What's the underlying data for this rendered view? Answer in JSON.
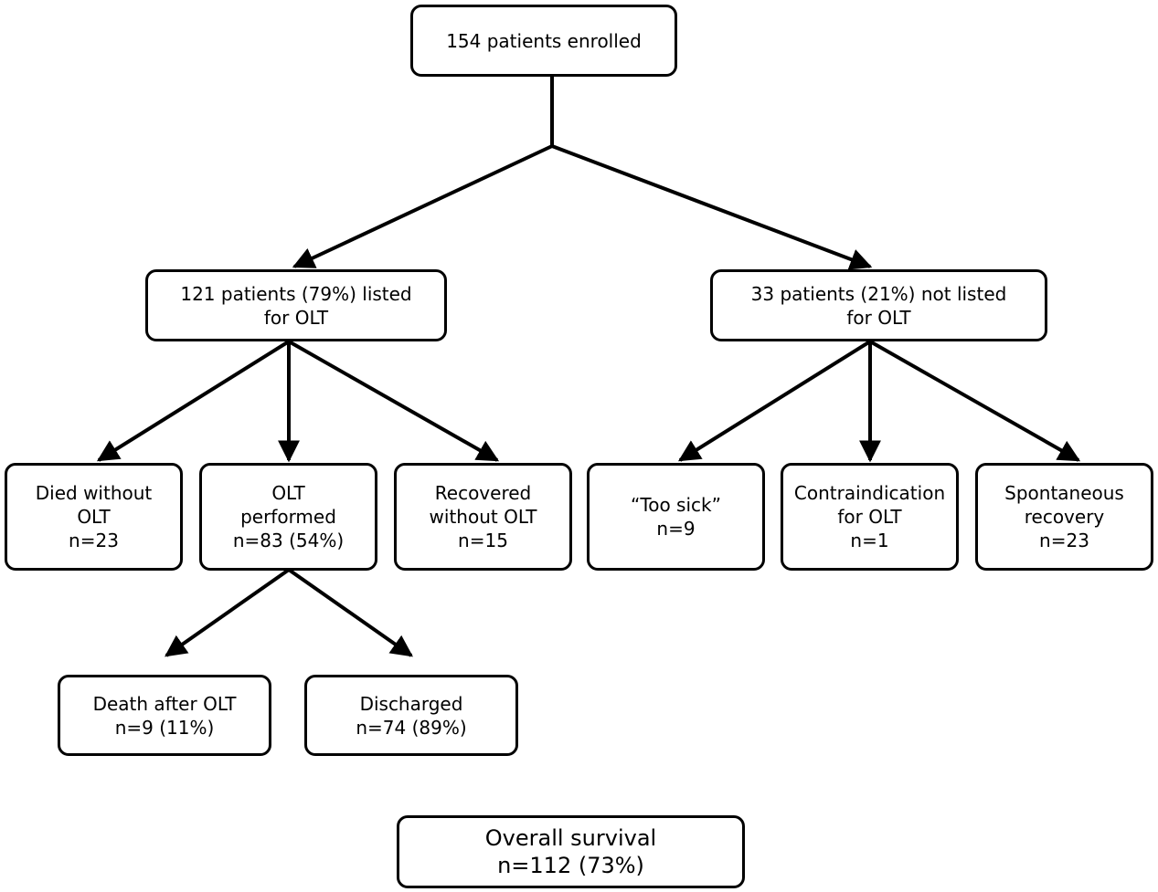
{
  "nodes": {
    "enrolled": [
      "154 patients enrolled"
    ],
    "listed": [
      "121 patients (79%) listed",
      "for OLT"
    ],
    "not_listed": [
      "33 patients (21%) not listed",
      "for OLT"
    ],
    "died_without": [
      "Died without",
      "OLT",
      "n=23"
    ],
    "olt_performed": [
      "OLT",
      "performed",
      "n=83 (54%)"
    ],
    "recovered_without": [
      "Recovered",
      "without OLT",
      "n=15"
    ],
    "too_sick": [
      "“Too sick”",
      "n=9"
    ],
    "contraindication": [
      "Contraindication",
      "for OLT",
      "n=1"
    ],
    "spontaneous": [
      "Spontaneous",
      "recovery",
      "n=23"
    ],
    "death_after": [
      "Death after OLT",
      "n=9 (11%)"
    ],
    "discharged": [
      "Discharged",
      "n=74 (89%)"
    ],
    "overall": [
      "Overall survival",
      "n=112 (73%)"
    ]
  },
  "edges": [
    {
      "from": "enrolled",
      "to": "listed"
    },
    {
      "from": "enrolled",
      "to": "not_listed"
    },
    {
      "from": "listed",
      "to": "died_without"
    },
    {
      "from": "listed",
      "to": "olt_performed"
    },
    {
      "from": "listed",
      "to": "recovered_without"
    },
    {
      "from": "not_listed",
      "to": "too_sick"
    },
    {
      "from": "not_listed",
      "to": "contraindication"
    },
    {
      "from": "not_listed",
      "to": "spontaneous"
    },
    {
      "from": "olt_performed",
      "to": "death_after"
    },
    {
      "from": "olt_performed",
      "to": "discharged"
    }
  ]
}
